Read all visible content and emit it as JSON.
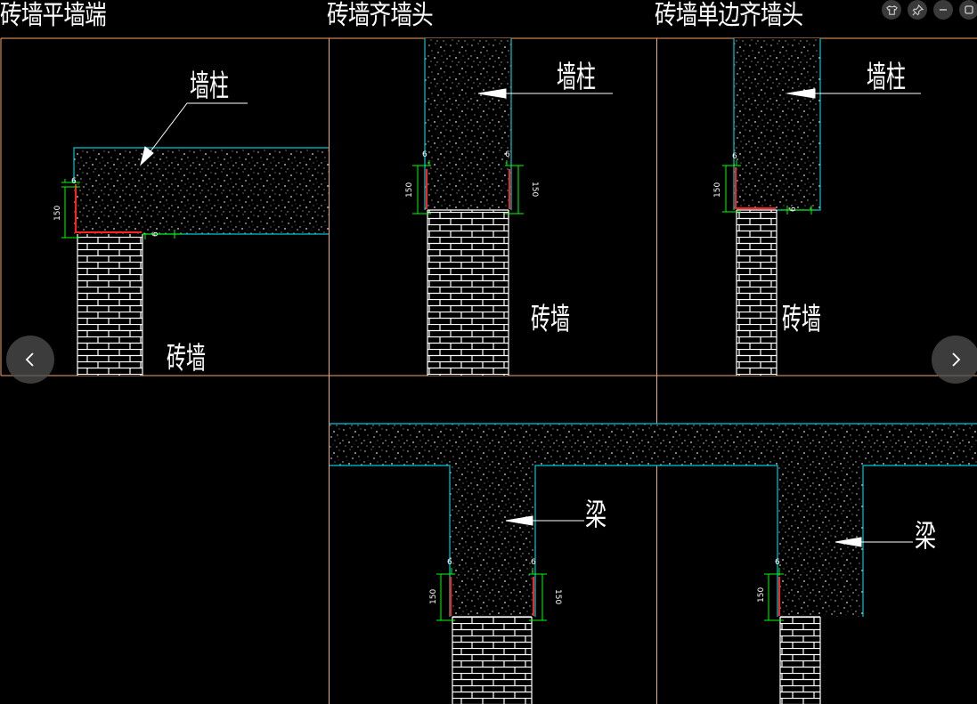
{
  "panels": {
    "p1_title": "砖墙平墙端",
    "p2_title": "砖墙齐墙头",
    "p3_title": "砖墙单边齐墙头"
  },
  "labels": {
    "wall_column": "墙柱",
    "brick_wall": "砖墙",
    "beam": "梁",
    "dim_150": "150",
    "dim_6": "6"
  },
  "window_controls": [
    "shirt-icon",
    "pin-icon",
    "minimize-icon",
    "maximize-icon"
  ],
  "colors": {
    "background": "#000000",
    "border": "#f4a56b",
    "concrete_outline": "#00c8d2",
    "dimension": "#00ff00",
    "rebar": "#ff2020",
    "brick": "#ffffff"
  }
}
